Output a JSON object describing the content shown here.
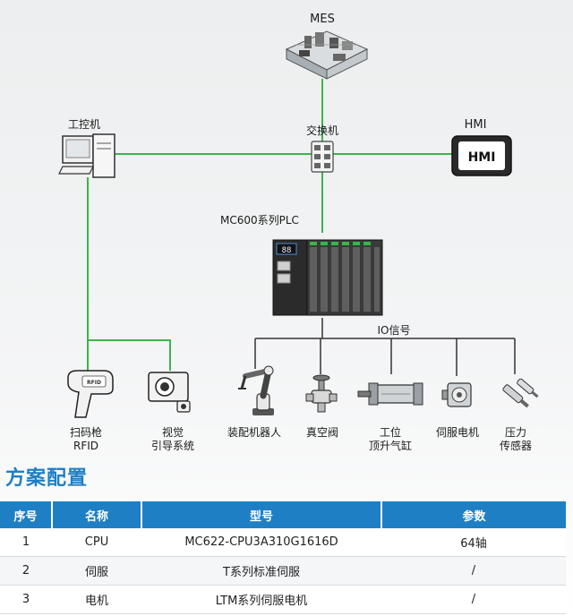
{
  "nodes": {
    "mes": "MES",
    "workstation": "工控机",
    "switch": "交换机",
    "hmi": "HMI",
    "hmi_screen_text": "HMI",
    "plc": "MC600系列PLC",
    "io_signal": "IO信号",
    "scanner_line1": "扫码枪",
    "scanner_line2": "RFID",
    "vision_line1": "视觉",
    "vision_line2": "引导系统",
    "robot": "装配机器人",
    "valve": "真空阀",
    "cylinder_line1": "工位",
    "cylinder_line2": "顶升气缸",
    "servo_motor": "伺服电机",
    "sensor_line1": "压力",
    "sensor_line2": "传感器",
    "scanner_badge": "RFID",
    "plc_display": "88"
  },
  "colors": {
    "ethernet": "#3bb54a",
    "io_line": "#333333",
    "accent": "#1f7fc4"
  },
  "section_title": "方案配置",
  "table": {
    "headers": [
      "序号",
      "名称",
      "型号",
      "参数"
    ],
    "rows": [
      [
        "1",
        "CPU",
        "MC622-CPU3A310G1616D",
        "64轴"
      ],
      [
        "2",
        "伺服",
        "T系列标准伺服",
        "/"
      ],
      [
        "3",
        "电机",
        "LTM系列伺服电机",
        "/"
      ]
    ]
  }
}
